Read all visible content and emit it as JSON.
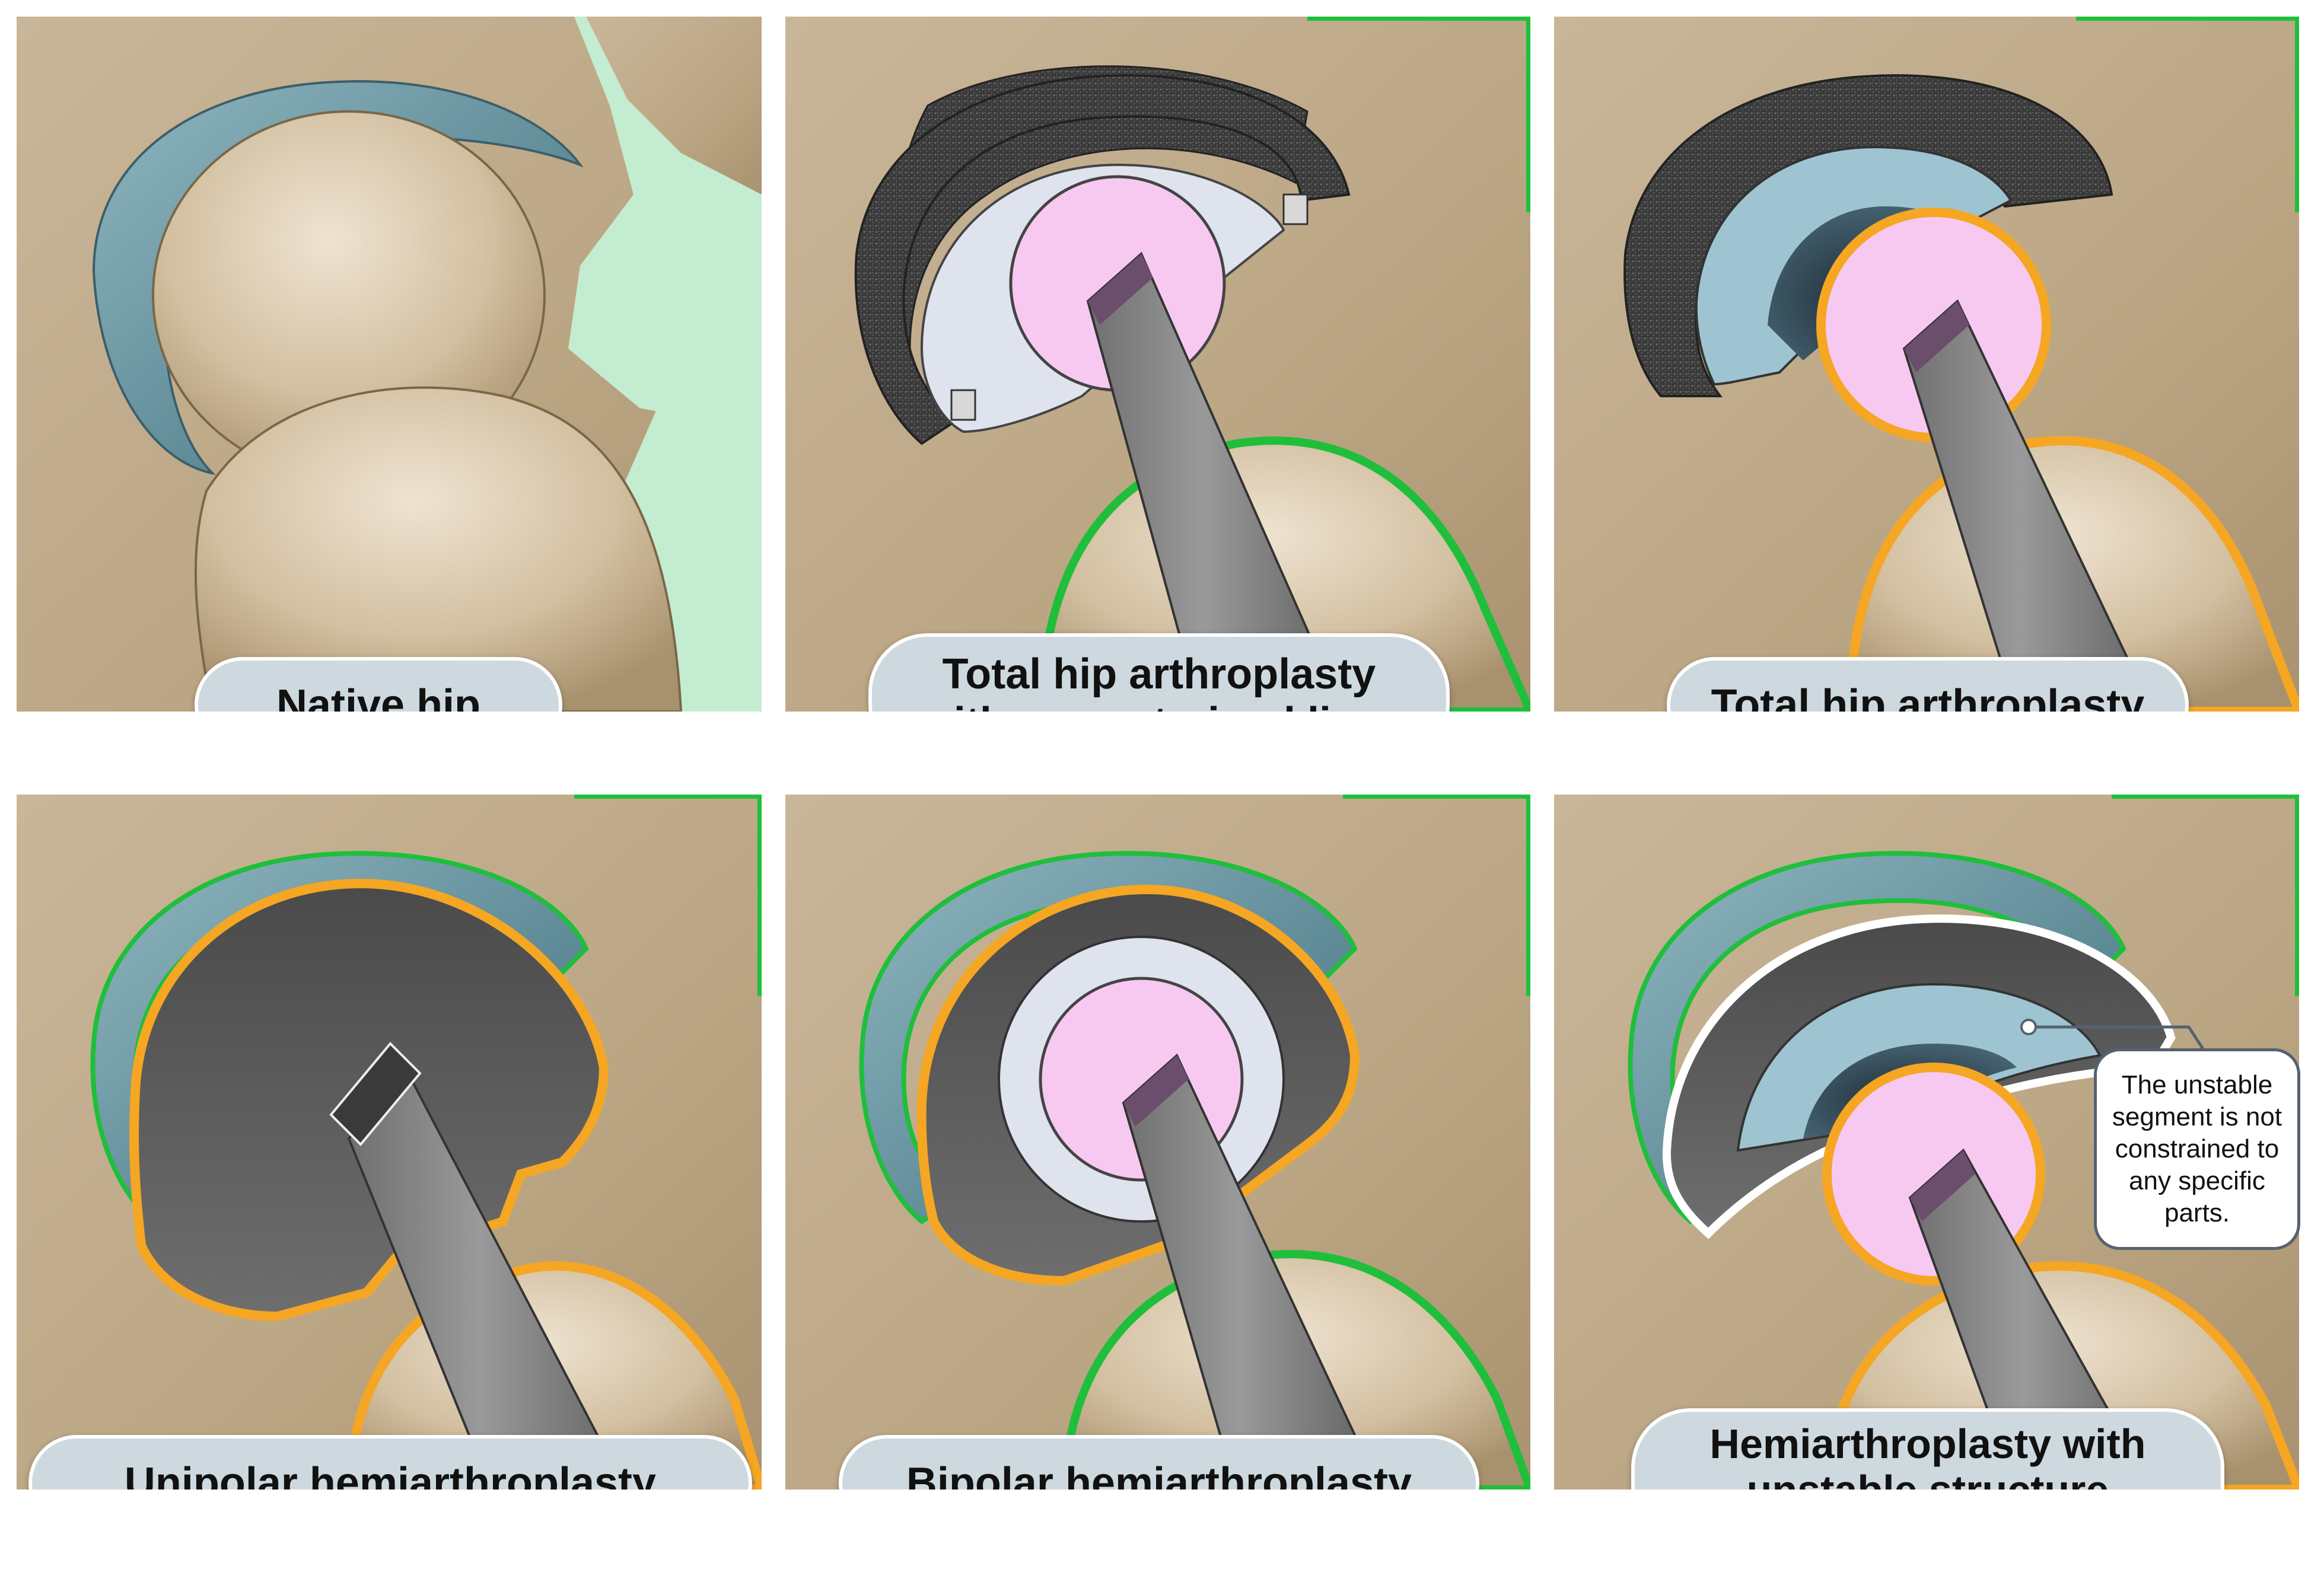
{
  "panels": [
    {
      "caption": "Native hip"
    },
    {
      "caption": "Total hip arthroplasty\nwith a constrained liner"
    },
    {
      "caption": "Total hip arthroplasty"
    },
    {
      "caption": "Unipolar hemiarthroplasty"
    },
    {
      "caption": "Bipolar hemiarthroplasty"
    },
    {
      "caption": "Hemiarthroplasty with\nunstable structure\n(impossible to exist)"
    }
  ],
  "callout": {
    "text": "The unstable\nsegment is not\nconstrained to\nany specific\nparts."
  },
  "colors": {
    "bone": "#c6b497",
    "cartilage": "#6f9aa6",
    "metal_shell": "#5d5d5d",
    "porous_coating": "#3a3a3a",
    "liner": "#dfe3ee",
    "femoral_head": "#f7c9f1",
    "stem": "#8a8a8a",
    "highlight_green": "#1fbf3b",
    "highlight_orange": "#f5a623",
    "caption_bg": "#cdd9df"
  }
}
